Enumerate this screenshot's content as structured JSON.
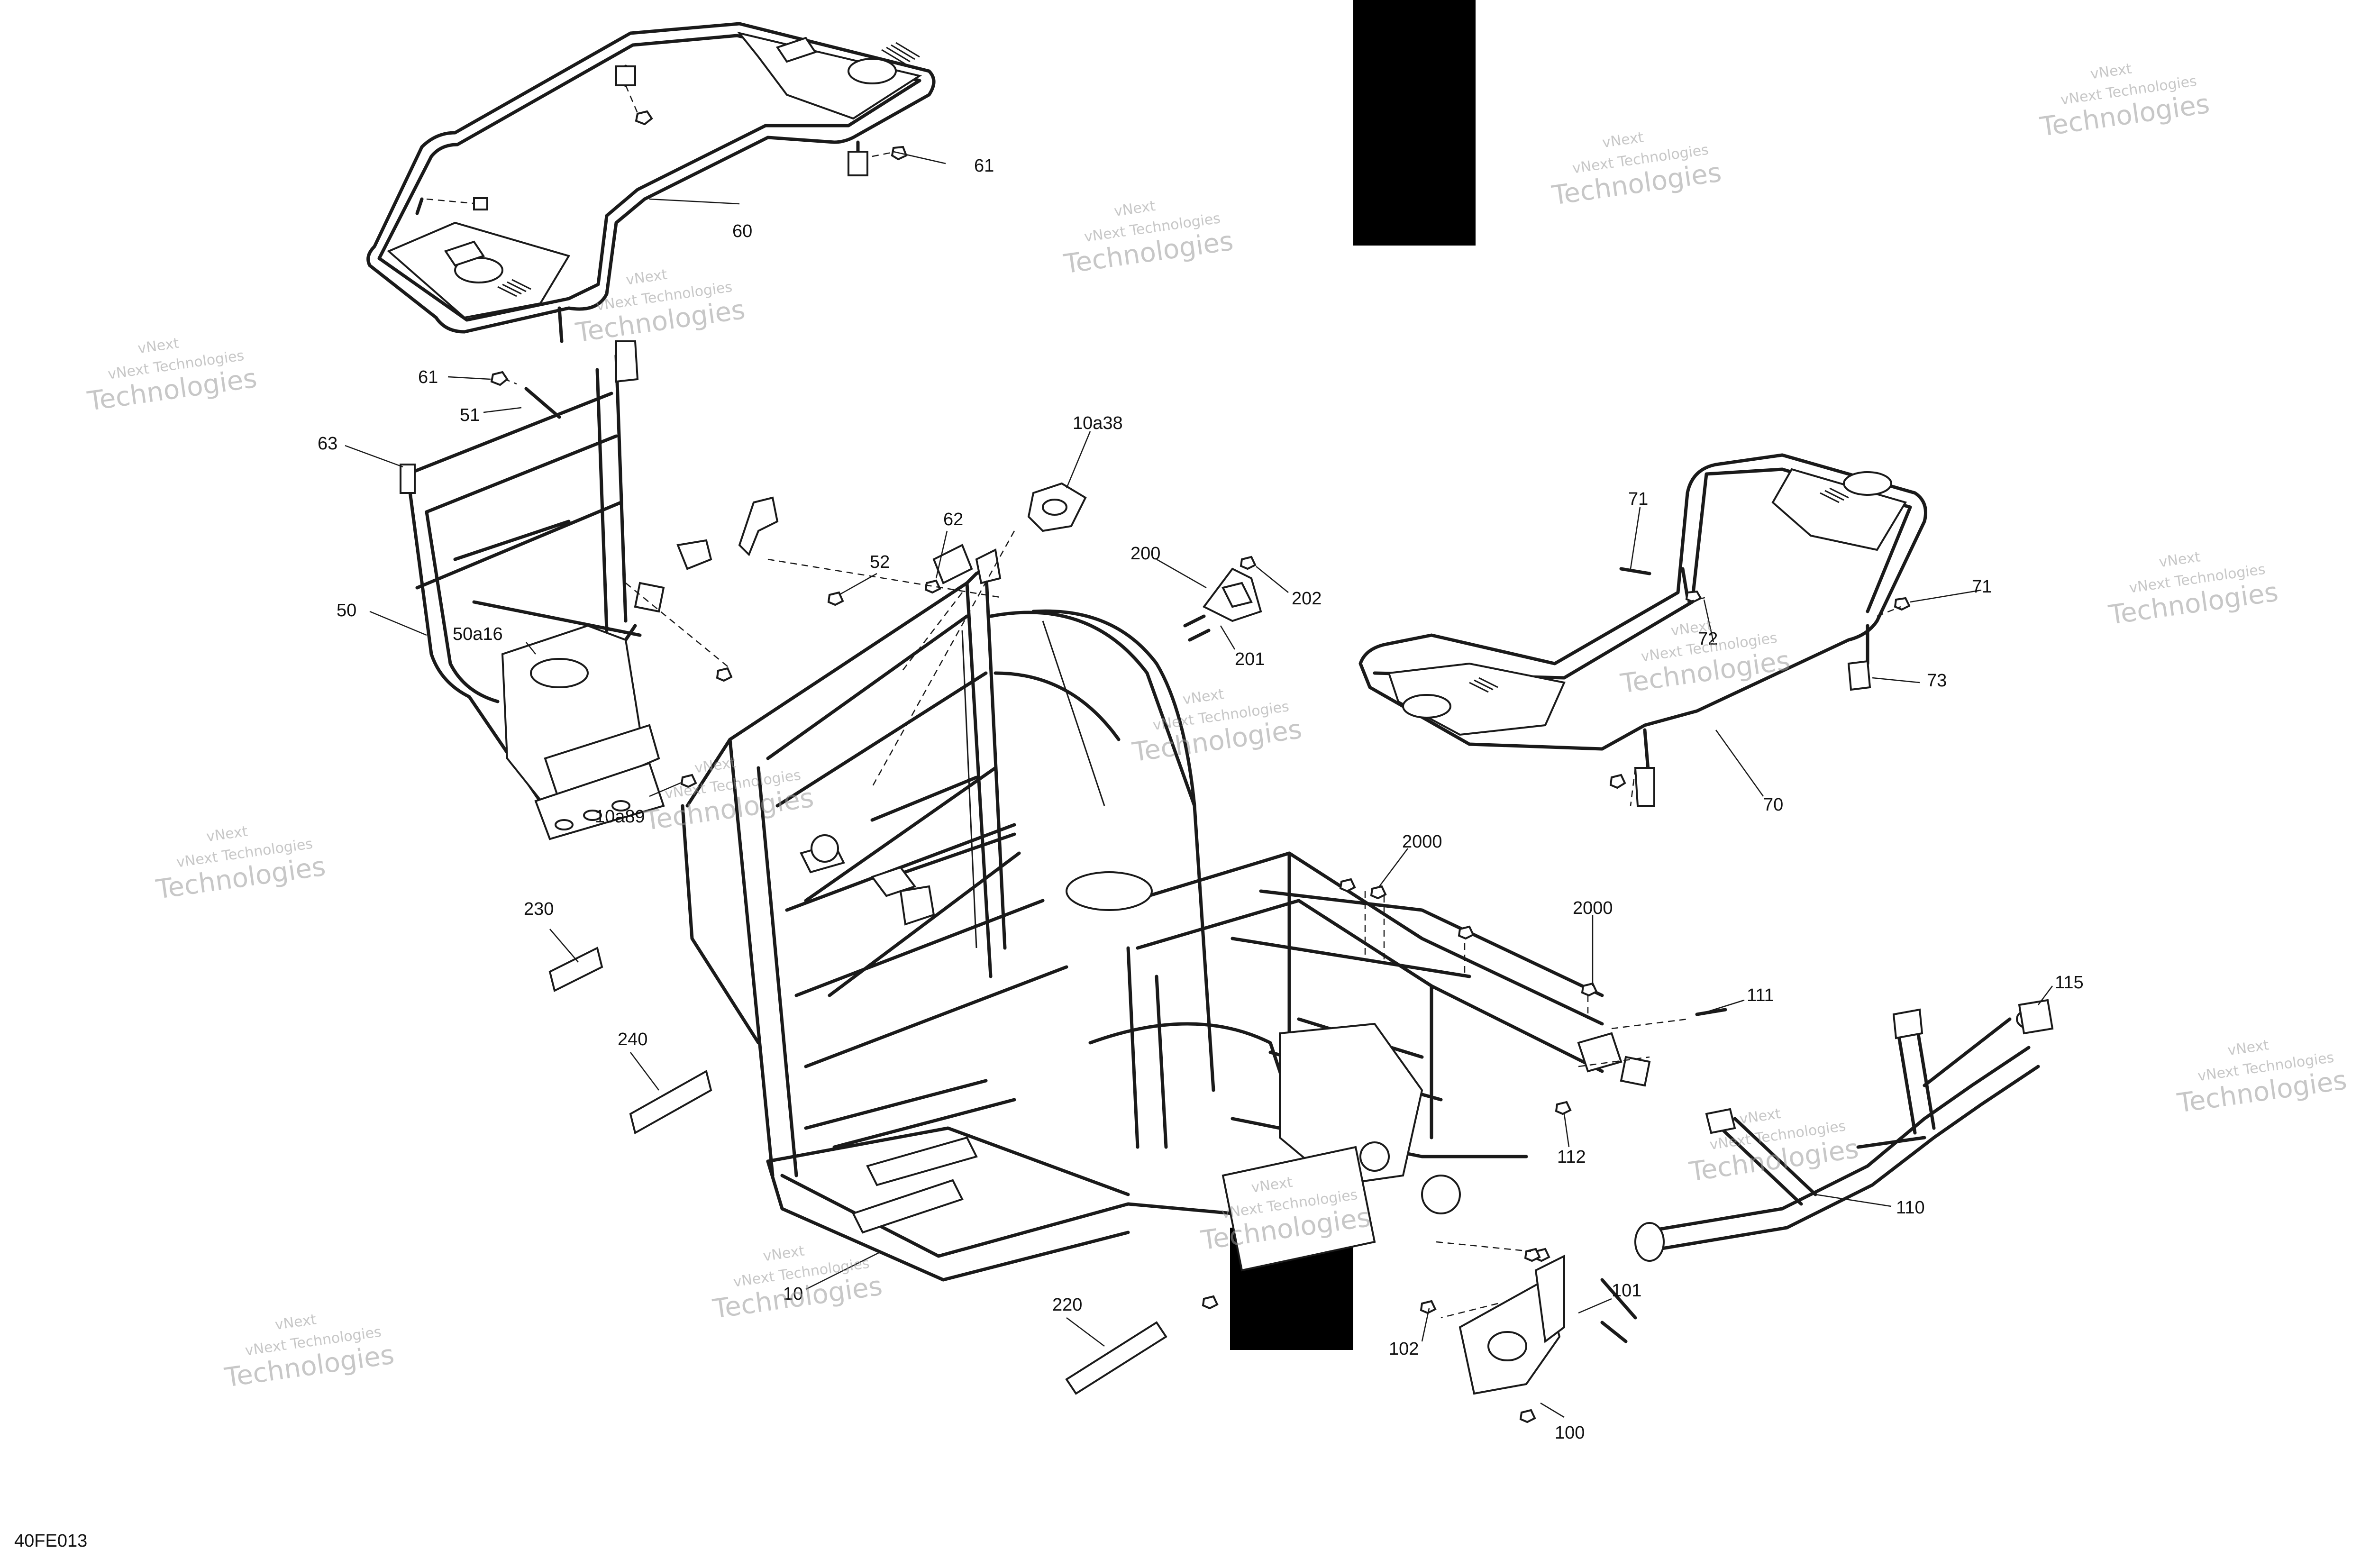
{
  "callouts": [
    {
      "id": "60",
      "label": "60"
    },
    {
      "id": "61a",
      "label": "61"
    },
    {
      "id": "61b",
      "label": "61"
    },
    {
      "id": "51",
      "label": "51"
    },
    {
      "id": "63",
      "label": "63"
    },
    {
      "id": "50",
      "label": "50"
    },
    {
      "id": "50a16",
      "label": "50a16"
    },
    {
      "id": "10a89",
      "label": "10a89"
    },
    {
      "id": "10a38",
      "label": "10a38"
    },
    {
      "id": "62",
      "label": "62"
    },
    {
      "id": "52",
      "label": "52"
    },
    {
      "id": "200",
      "label": "200"
    },
    {
      "id": "201",
      "label": "201"
    },
    {
      "id": "202",
      "label": "202"
    },
    {
      "id": "71a",
      "label": "71"
    },
    {
      "id": "71b",
      "label": "71"
    },
    {
      "id": "72",
      "label": "72"
    },
    {
      "id": "73",
      "label": "73"
    },
    {
      "id": "70",
      "label": "70"
    },
    {
      "id": "2000a",
      "label": "2000"
    },
    {
      "id": "2000b",
      "label": "2000"
    },
    {
      "id": "111",
      "label": "111"
    },
    {
      "id": "112",
      "label": "112"
    },
    {
      "id": "115",
      "label": "115"
    },
    {
      "id": "110",
      "label": "110"
    },
    {
      "id": "101",
      "label": "101"
    },
    {
      "id": "102",
      "label": "102"
    },
    {
      "id": "100",
      "label": "100"
    },
    {
      "id": "220",
      "label": "220"
    },
    {
      "id": "230",
      "label": "230"
    },
    {
      "id": "240",
      "label": "240"
    },
    {
      "id": "10",
      "label": "10"
    }
  ],
  "watermark": {
    "line1": "vNext Technologies",
    "line2": "Technologies",
    "line3": "vNext"
  },
  "drawing_code": "40FE013",
  "colors": {
    "ink": "#1a1a1a",
    "watermark": "#9a9a9a",
    "background": "#ffffff",
    "redaction": "#000000"
  }
}
